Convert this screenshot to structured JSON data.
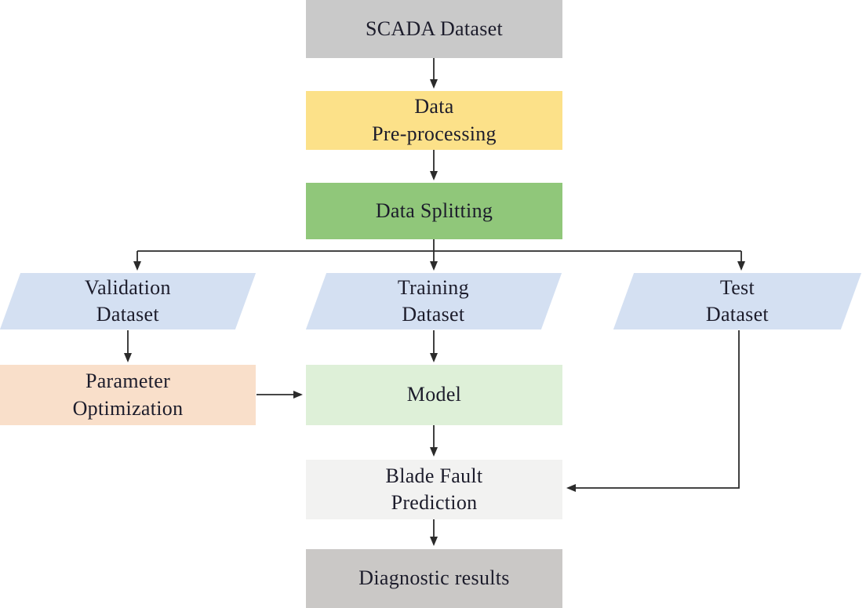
{
  "diagram": {
    "type": "flowchart",
    "colors": {
      "line": "#2b2b2b",
      "text": "#1c1c2b",
      "dataset_parallelogram": "#d4e0f2"
    },
    "nodes": {
      "scada": {
        "label": "SCADA Dataset",
        "shape": "rect",
        "color": "#c9c9c9"
      },
      "preprocessing": {
        "label": "Data\nPre-processing",
        "shape": "rect",
        "color": "#fce189"
      },
      "splitting": {
        "label": "Data Splitting",
        "shape": "rect",
        "color": "#90c77a"
      },
      "validation": {
        "label": "Validation\nDataset",
        "shape": "parallelogram",
        "color": "#d4e0f2"
      },
      "training": {
        "label": "Training\nDataset",
        "shape": "parallelogram",
        "color": "#d4e0f2"
      },
      "test": {
        "label": "Test\nDataset",
        "shape": "parallelogram",
        "color": "#d4e0f2"
      },
      "optimization": {
        "label": "Parameter\nOptimization",
        "shape": "rect",
        "color": "#f9dfca"
      },
      "model": {
        "label": "Model",
        "shape": "rect",
        "color": "#def0d8"
      },
      "prediction": {
        "label": "Blade Fault\nPrediction",
        "shape": "rect",
        "color": "#f2f2f1"
      },
      "results": {
        "label": "Diagnostic results",
        "shape": "rect",
        "color": "#cac8c6"
      }
    },
    "edges": [
      {
        "from": "scada",
        "to": "preprocessing"
      },
      {
        "from": "preprocessing",
        "to": "splitting"
      },
      {
        "from": "splitting",
        "to": "validation"
      },
      {
        "from": "splitting",
        "to": "training"
      },
      {
        "from": "splitting",
        "to": "test"
      },
      {
        "from": "validation",
        "to": "optimization"
      },
      {
        "from": "optimization",
        "to": "model"
      },
      {
        "from": "training",
        "to": "model"
      },
      {
        "from": "model",
        "to": "prediction"
      },
      {
        "from": "test",
        "to": "prediction"
      },
      {
        "from": "prediction",
        "to": "results"
      }
    ]
  }
}
